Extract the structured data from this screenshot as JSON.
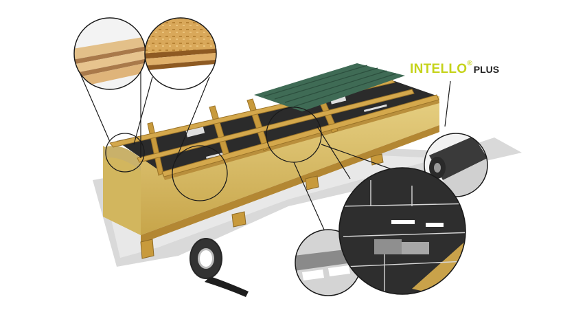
{
  "brand": {
    "main": "INTELLO",
    "registered": "®",
    "sub": "PLUS"
  },
  "colors": {
    "brand_green": "#c5d31a",
    "membrane": "#2b2b2b",
    "timber": "#c8a04a",
    "insulation": "#d8bf6a",
    "roof_sheet": "#3f6b55",
    "shadow": "#d6d6d6"
  },
  "callouts": [
    "plywood-board-detail",
    "osb-board-detail",
    "membrane-roll-detail",
    "membrane-overlap-detail",
    "tape-joint-detail"
  ]
}
